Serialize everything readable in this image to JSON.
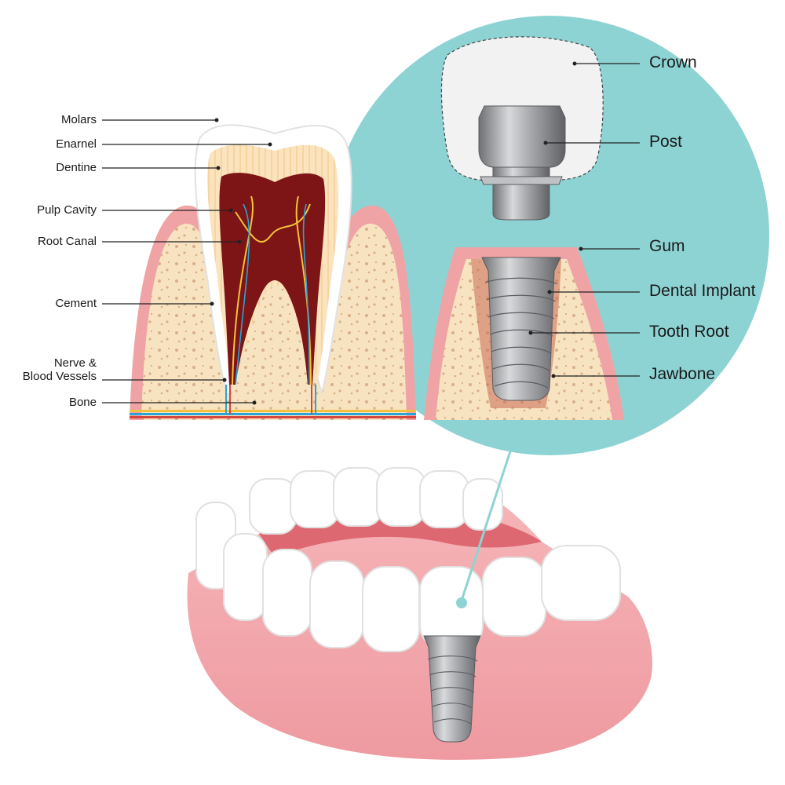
{
  "tooth_labels": {
    "molars": "Molars",
    "enamel": "Enarnel",
    "dentine": "Dentine",
    "pulp_cavity": "Pulp Cavity",
    "root_canal": "Root Canal",
    "cement": "Cement",
    "nerve_line1": "Nerve &",
    "nerve_line2": "Blood Vessels",
    "bone": "Bone"
  },
  "implant_labels": {
    "crown": "Crown",
    "post": "Post",
    "gum": "Gum",
    "dental_implant": "Dental Implant",
    "tooth_root": "Tooth Root",
    "jawbone": "Jawbone"
  },
  "colors": {
    "circle": "#8ed3d4",
    "gum": "#f0a3a5",
    "bone": "#f8e3c0",
    "pulp": "#7d1416",
    "enamel": "#ffffff",
    "metal": "#a9abae"
  }
}
